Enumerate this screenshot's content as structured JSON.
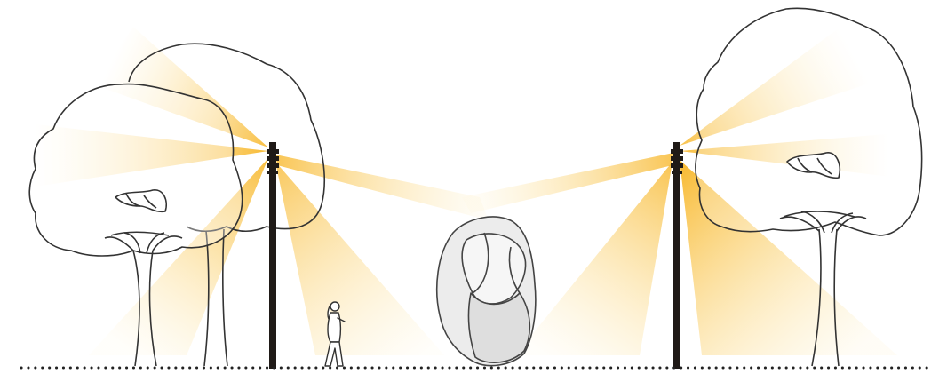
{
  "scene": {
    "background": "#ffffff",
    "colors": {
      "outline": "#333333",
      "pole": "#1f1a17",
      "light_warm": "#f7b21b",
      "light_pale": "#fde7a8",
      "rock_fill": "#ececec",
      "rock_shadow": "#dcdcdc",
      "ground_dots": "#222222"
    },
    "elements": [
      {
        "kind": "tree",
        "side": "left",
        "count": 2
      },
      {
        "kind": "light-pole",
        "side": "left"
      },
      {
        "kind": "person",
        "side": "left"
      },
      {
        "kind": "boulder",
        "side": "center"
      },
      {
        "kind": "light-pole",
        "side": "right"
      },
      {
        "kind": "tree",
        "side": "right",
        "count": 1
      }
    ],
    "ground": {
      "style": "dotted"
    }
  }
}
